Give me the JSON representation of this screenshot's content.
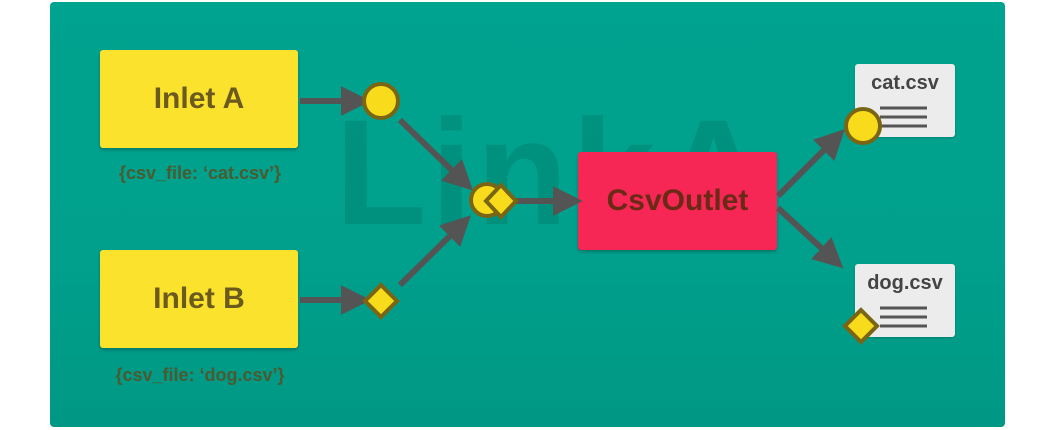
{
  "watermark": "LinkA",
  "inlets": [
    {
      "label": "Inlet A",
      "caption": "{csv_file: ‘cat.csv’}",
      "token": "circle"
    },
    {
      "label": "Inlet B",
      "caption": "{csv_file: ‘dog.csv’}",
      "token": "diamond"
    }
  ],
  "outlet": {
    "label": "CsvOutlet"
  },
  "outputs": [
    {
      "file": "cat.csv",
      "token": "circle"
    },
    {
      "file": "dog.csv",
      "token": "diamond"
    }
  ],
  "colors": {
    "panel": "#00a38f",
    "inlet_fill": "#fbe22d",
    "outlet_fill": "#f62655",
    "token_fill": "#f8dc1b",
    "token_stroke": "#7a6514",
    "arrow": "#545454",
    "card": "#ececec"
  }
}
